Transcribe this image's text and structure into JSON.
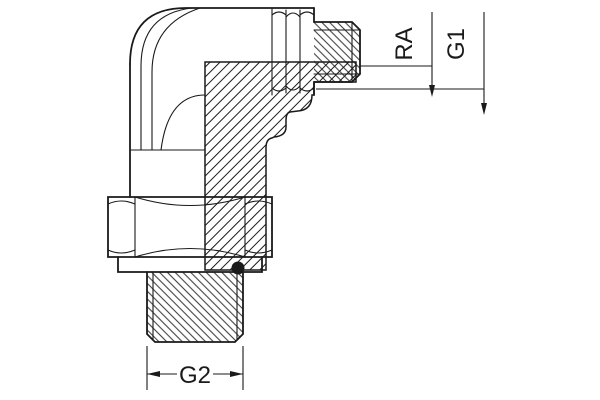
{
  "labels": {
    "ra": "RA",
    "g1": "G1",
    "g2": "G2"
  },
  "colors": {
    "ink": "#1a1a1a",
    "background": "#ffffff"
  }
}
